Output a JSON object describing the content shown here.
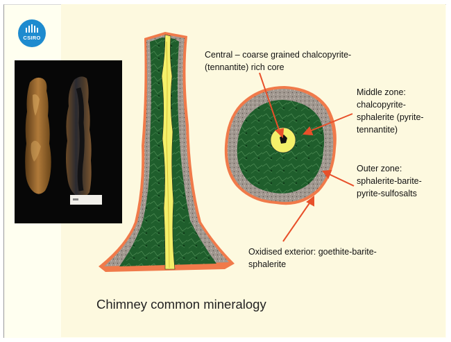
{
  "logo": {
    "text": "CSIRO"
  },
  "labels": {
    "core_line1": "Central – coarse grained chalcopyrite-",
    "core_line2": "(tennantite) rich core",
    "middle_line1": "Middle zone:",
    "middle_line2": "chalcopyrite-",
    "middle_line3": "sphalerite (pyrite-",
    "middle_line4": "tennantite)",
    "outer_line1": "Outer zone:",
    "outer_line2": "sphalerite-barite-",
    "outer_line3": "pyrite-sulfosalts",
    "oxidised_line1": "Oxidised exterior: goethite-barite-",
    "oxidised_line2": "sphalerite"
  },
  "caption": "Chimney common mineralogy",
  "colors": {
    "background": "#fdf9df",
    "logo": "#1e8bcf",
    "oxidised_rim": "#f07a4a",
    "outer_zone": "#a19890",
    "middle_zone": "#1f5e2c",
    "core": "#f3f06a",
    "arrow": "#e8502a"
  }
}
